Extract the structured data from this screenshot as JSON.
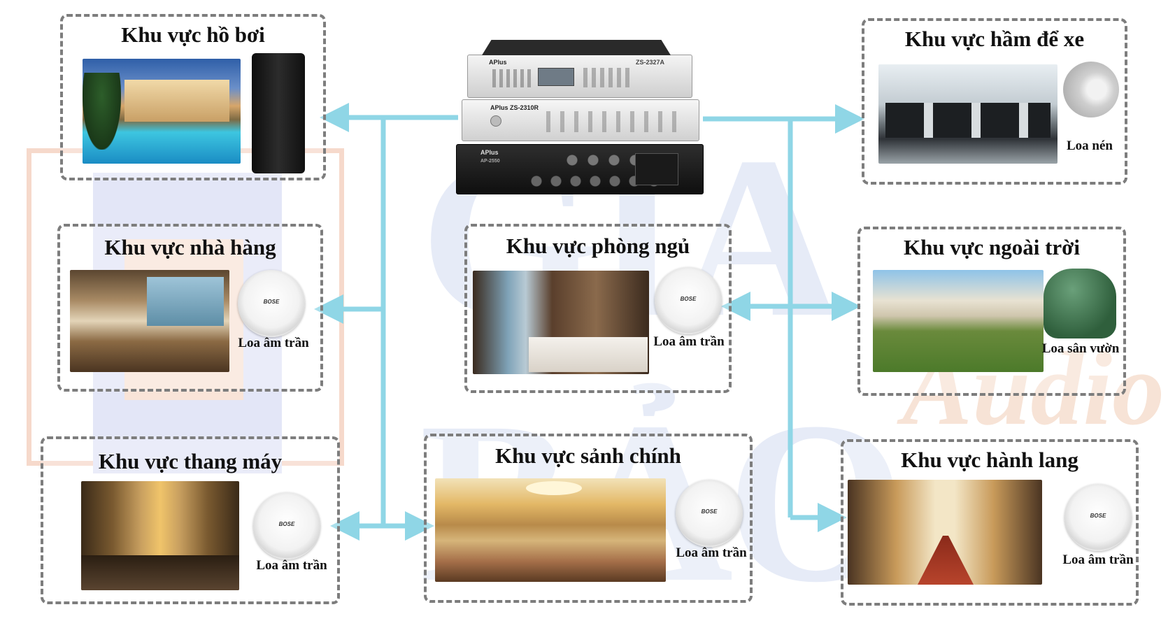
{
  "zones": {
    "pool": {
      "title": "Khu vực hồ bơi"
    },
    "parking": {
      "title": "Khu vực hầm để xe",
      "speaker": "Loa nén"
    },
    "restaurant": {
      "title": "Khu vực nhà hàng",
      "speaker": "Loa âm trần"
    },
    "bedroom": {
      "title": "Khu vực phòng ngủ",
      "speaker": "Loa âm trần"
    },
    "outdoor": {
      "title": "Khu vực ngoài trời",
      "speaker": "Loa sân vườn"
    },
    "elevator": {
      "title": "Khu vực thang máy",
      "speaker": "Loa âm trần"
    },
    "lobby": {
      "title": "Khu vực sảnh chính",
      "speaker": "Loa âm trần"
    },
    "hallway": {
      "title": "Khu vực hành lang",
      "speaker": "Loa âm trần"
    }
  },
  "equipment": {
    "unit1_brand": "APlus",
    "unit1_model": "ZS-2327A",
    "unit2_brand": "APlus ZS-2310R",
    "unit3_brand": "APlus",
    "unit3_model": "AP-2550"
  },
  "ceiling_brand": "BOSE",
  "colors": {
    "link": "#8fd6e6",
    "border": "#7d7d7d"
  }
}
